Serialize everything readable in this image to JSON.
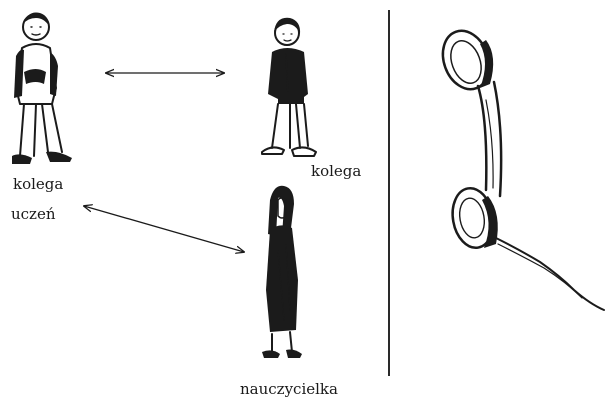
{
  "labels": {
    "left_person_line1": "kolega",
    "left_person_line2": "uczeń",
    "right_person": "kolega",
    "teacher": "nauczycielka"
  }
}
